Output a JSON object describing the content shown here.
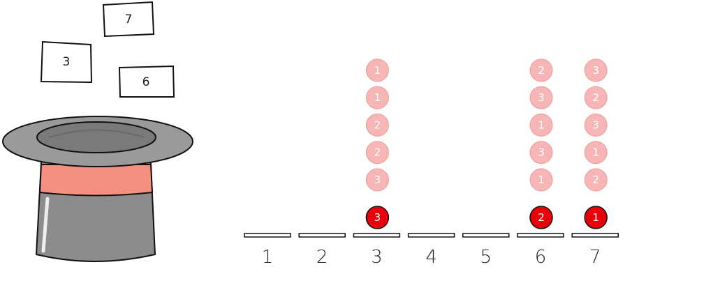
{
  "colors": {
    "hat_body": "#8c8c8c",
    "hat_brim": "#9a9a9a",
    "hat_band": "#f3907f",
    "ball_faded": "#f6b6b6",
    "ball_active": "#e8000b",
    "outline": "#111111"
  },
  "cards": [
    {
      "label": "7"
    },
    {
      "label": "3"
    },
    {
      "label": "6"
    }
  ],
  "slots": [
    {
      "label": "1",
      "active": null,
      "stack": []
    },
    {
      "label": "2",
      "active": null,
      "stack": []
    },
    {
      "label": "3",
      "active": "3",
      "stack": [
        "1",
        "1",
        "2",
        "2",
        "3"
      ]
    },
    {
      "label": "4",
      "active": null,
      "stack": []
    },
    {
      "label": "5",
      "active": null,
      "stack": []
    },
    {
      "label": "6",
      "active": "2",
      "stack": [
        "2",
        "3",
        "1",
        "3",
        "1"
      ]
    },
    {
      "label": "7",
      "active": "1",
      "stack": [
        "3",
        "2",
        "3",
        "1",
        "2"
      ]
    }
  ]
}
